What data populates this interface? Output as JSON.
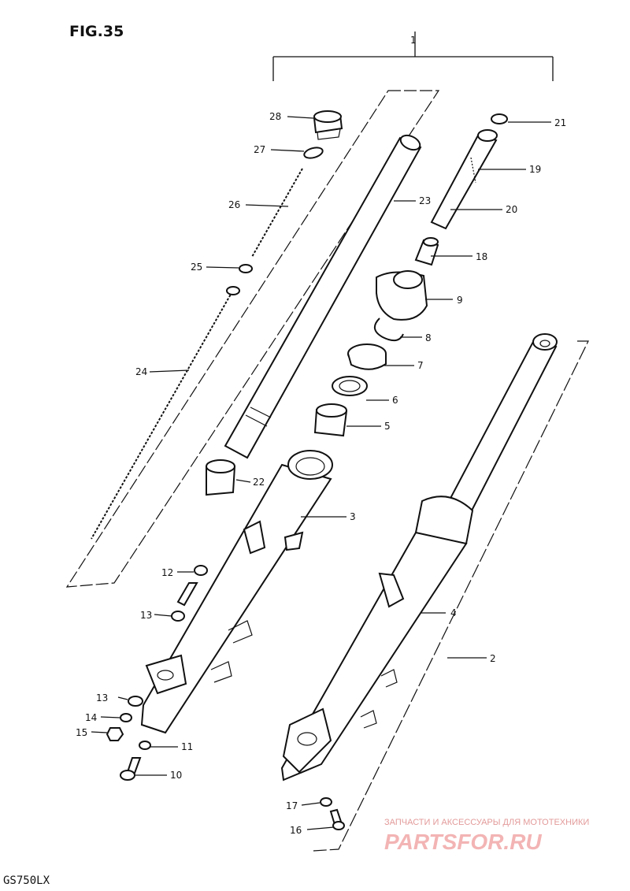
{
  "figure": {
    "title": "FIG.35",
    "model": "GS750LX"
  },
  "watermark": {
    "tagline": "ЗАПЧАСТИ И АКСЕССУАРЫ ДЛЯ МОТОТЕХНИКИ",
    "brand": "PARTSFOR.RU"
  },
  "callouts": {
    "c1": "1",
    "c2": "2",
    "c3": "3",
    "c4": "4",
    "c5": "5",
    "c6": "6",
    "c7": "7",
    "c8": "8",
    "c9": "9",
    "c10": "10",
    "c11": "11",
    "c12": "12",
    "c13a": "13",
    "c13b": "13",
    "c14": "14",
    "c15": "15",
    "c16": "16",
    "c17": "17",
    "c18": "18",
    "c19": "19",
    "c20": "20",
    "c21": "21",
    "c22": "22",
    "c23": "23",
    "c24": "24",
    "c25": "25",
    "c26": "26",
    "c27": "27",
    "c28": "28"
  }
}
